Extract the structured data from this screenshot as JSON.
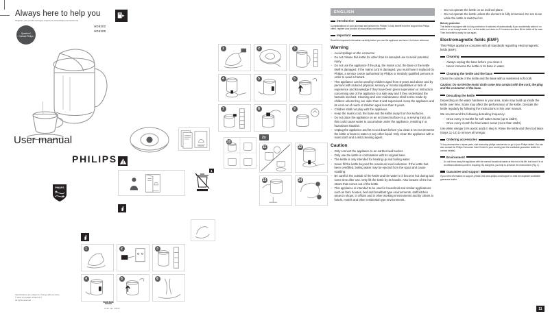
{
  "document": {
    "brand": "PHILIPS",
    "title": "User manual",
    "cover_headline": "Always here to help you",
    "cover_subtext": "Register your product and get support at www.philips.com/welcome",
    "register_badge": "Question? Contact Philips",
    "models": [
      "HD9302",
      "HD9305"
    ],
    "copyright": "Specifications are subject to change without notice\n© 2014 Koninklijke Philips N.V.\nAll rights reserved.",
    "doc_code": "4240 002 00801",
    "page_number": "11"
  },
  "illustrations": {
    "step_grid_top": [
      "1",
      "2",
      "3",
      "4",
      "5",
      "6",
      "7",
      "8",
      "9"
    ],
    "step_grid_bottom": [
      "10",
      "11",
      "12",
      "13",
      "14"
    ],
    "repeat_label": "2x",
    "bottom_left_steps": [
      "1",
      "2",
      "3",
      "4",
      "5",
      "6"
    ],
    "fig_label": "1"
  },
  "language_band": "ENGLISH",
  "column1": {
    "introduction_head": "Introduction",
    "introduction_body": "Congratulations on your purchase and welcome to Philips! To fully benefit from the support that Philips offers, register your product at www.philips.com/welcome.",
    "important_head": "Important",
    "important_body": "Read this important information carefully before you use the appliance and save it for future reference.",
    "warning_head": "Warning",
    "warning_items": [
      "Avoid spillage on the connector",
      "Do not misuse this kettle for other than its intended use to avoid potential injury",
      "Do not use the appliance if the plug, the mains cord, the base or the kettle itself is damaged. If the mains cord is damaged, you must have it replaced by Philips, a service centre authorised by Philips or similarly qualified persons in order to avoid a hazard.",
      "This appliance can be used by children aged from 8 years and above and by persons with reduced physical, sensory or mental capabilities or lack of experience and knowledge if they have been given supervision or instruction concerning use of the appliance in a safe way and if they understand the hazards involved. Cleaning and user maintenance shall not be made by children unless they are older than 8 and supervised. Keep the appliance and its cord out of reach of children aged less than 8 years.",
      "Children shall not play with the appliance.",
      "Keep the mains cord, the base and the kettle away from hot surfaces.",
      "Do not place the appliance on an enclosed surface (e.g. a serving tray), as this could cause water to accumulate under the appliance, resulting in a hazardous situation.",
      "Unplug the appliance and let it cool down before you clean it. Do not immerse the kettle or base in water or any other liquid. Only clean the appliance with a moist cloth and a mild cleaning agent."
    ],
    "caution_head": "Caution",
    "caution_items": [
      "Only connect the appliance to an earthed wall socket.",
      "Only use the kettle in combination with its original base.",
      "The kettle is only intended for heating up and boiling water.",
      "Never fill the kettle beyond the maximum level indication. If the kettle has been overfilled, boiling water may be ejected from the spout and cause scalding.",
      "Be careful: the outside of the kettle and the water in it become hot during and some time after use. Only lift the kettle by its handle. Also beware of the hot steam that comes out of the kettle.",
      "This appliance is intended to be used in household and similar applications such as farm houses, bed and breakfast type environments, staff kitchen areas in shops, in offices and in other working environments and by clients in hotels, motels and other residential type environments."
    ]
  },
  "column2": {
    "top_items": [
      "Do not operate the kettle on an inclined plane.",
      "Do not operate the kettle unless the element is fully immersed. Do not move while the kettle is switched on."
    ],
    "boil_dry_head": "Boil-dry protection",
    "boil_dry_body": "This kettle is equipped with boil-dry protection: it switches off automatically if you accidentally switch it on with no or not enough water in it. Let the kettle cool down for 10 minutes and then lift the kettle off its base. Then the kettle is ready for use again.",
    "emf_head": "Electromagnetic fields (EMF)",
    "emf_body": "This Philips appliance complies with all standards regarding electromagnetic fields (EMF).",
    "cleaning_head": "Cleaning",
    "cleaning_items": [
      "Always unplug the base before you clean it",
      "Never immerse the kettle or its base in water."
    ],
    "cleaning_kettle_head": "Cleaning the kettle and the base",
    "cleaning_kettle_body": "Clean the outside of the kettle and the base with a moistened soft cloth.",
    "cleaning_caution": "Caution: Do not let the moist cloth come into contact with the cord, the plug and the connector of the base.",
    "descaling_head": "Descaling the kettle",
    "descaling_body1": "Depending on the water hardness in your area, scale may build up inside the kettle over time. Scale may affect the performance of the kettle. Descale the kettle regularly by following the instructions in this user manual.",
    "descaling_body2": "We recommend the following descaling frequency:",
    "descaling_items": [
      "Once every 3 months for soft water areas (up to 18dH).",
      "Once every month for hard water areas (more than 18dH)."
    ],
    "descaling_body3": "Use white vinegar (4% acetic acid) in step 6. Rinse the kettle and then boil twice (steps 11-14) to remove all vinegar.",
    "ordering_head": "Ordering accessories",
    "ordering_body": "To buy accessories or spare parts, visit www.shop.philips.com/service or go to your Philips dealer. You can also contact the Philips Consumer Care Centre in your country (see the worldwide guarantee leaflet for contact details).",
    "environment_head": "Environment",
    "environment_items": [
      "Do not throw away the appliance with the normal household waste at the end of its life, but hand it in at an official collection point for recycling. By doing this, you help to preserve the environment (Fig. 1)."
    ],
    "guarantee_head": "Guarantee and support",
    "guarantee_body": "If you need information or support, please visit www.philips.com/support or read the separate worldwide guarantee leaflet."
  },
  "colors": {
    "band": "#a7a9ac",
    "ink": "#231f20",
    "line": "#d7d8da"
  }
}
